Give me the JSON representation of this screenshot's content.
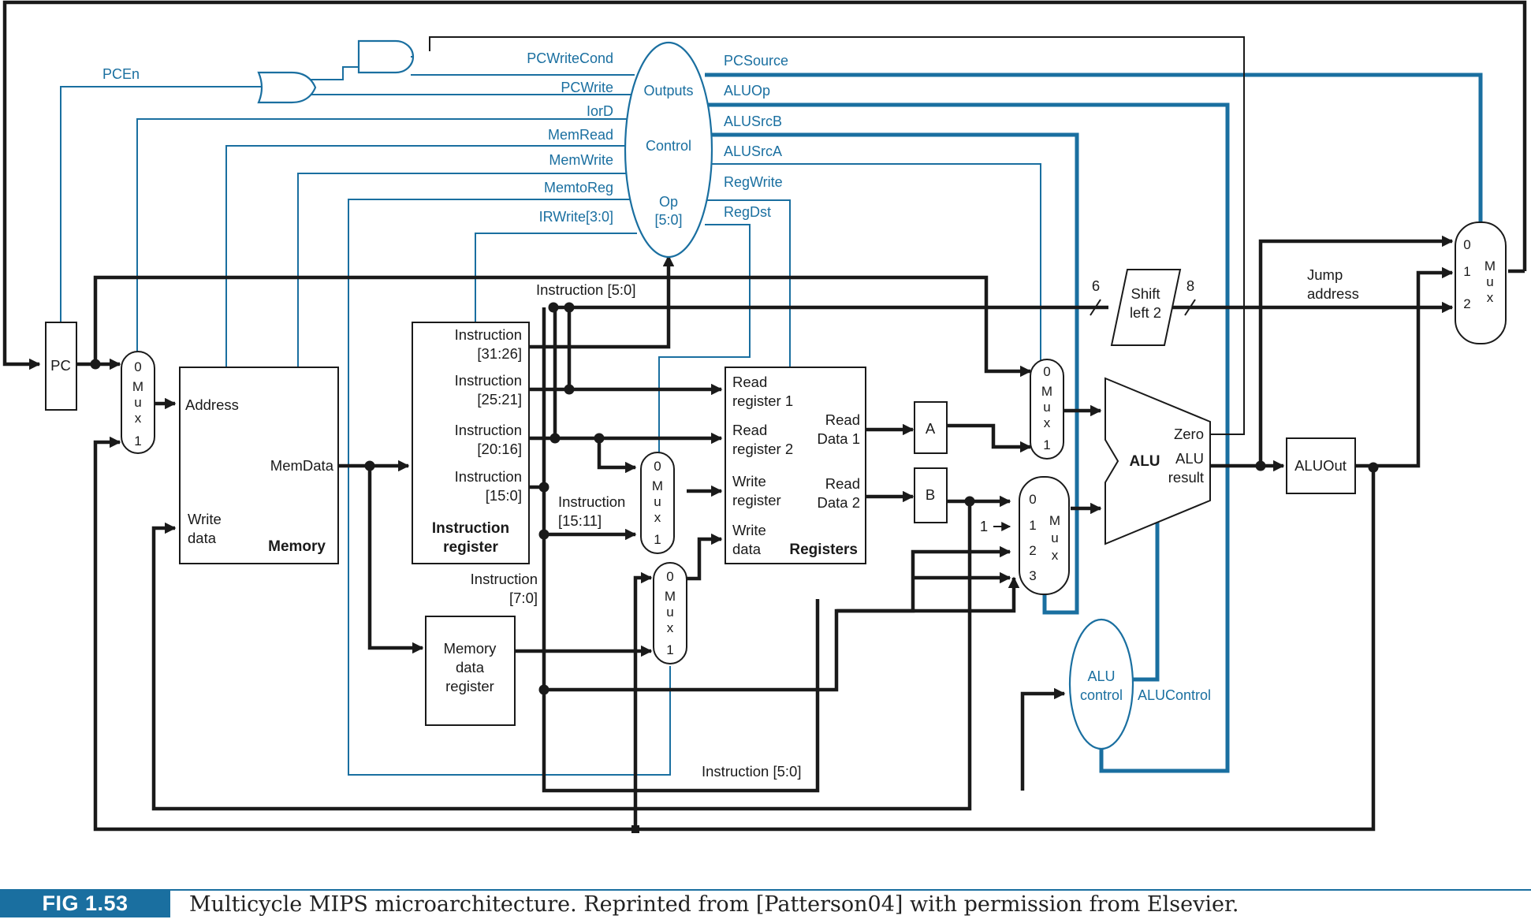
{
  "caption": {
    "tag": "FIG 1.53",
    "text": "Multicycle MIPS microarchitecture. Reprinted from [Patterson04] with permission from Elsevier."
  },
  "colors": {
    "wire": "#1a1a1a",
    "control": "#1a6fa0",
    "caption_bar": "#1a6fa0"
  },
  "control_unit": {
    "top": "Outputs",
    "middle": "Control",
    "op": "Op",
    "op_bits": "[5:0]"
  },
  "control_signals": {
    "PCWriteCond": "PCWriteCond",
    "PCWrite": "PCWrite",
    "IorD": "IorD",
    "MemRead": "MemRead",
    "MemWrite": "MemWrite",
    "MemtoReg": "MemtoReg",
    "IRWrite": "IRWrite[3:0]",
    "PCSource": "PCSource",
    "ALUOp": "ALUOp",
    "ALUSrcB": "ALUSrcB",
    "ALUSrcA": "ALUSrcA",
    "RegWrite": "RegWrite",
    "RegDst": "RegDst",
    "PCEn": "PCEn",
    "ALUControl": "ALUControl"
  },
  "pc": {
    "label": "PC"
  },
  "memory": {
    "address": "Address",
    "memdata": "MemData",
    "write": "Write",
    "data": "data",
    "title": "Memory"
  },
  "instr_reg": {
    "f1a": "Instruction",
    "f1b": "[31:26]",
    "f2a": "Instruction",
    "f2b": "[25:21]",
    "f3a": "Instruction",
    "f3b": "[20:16]",
    "f4a": "Instruction",
    "f4b": "[15:0]",
    "title1": "Instruction",
    "title2": "register"
  },
  "mdr": {
    "l1": "Memory",
    "l2": "data",
    "l3": "register"
  },
  "registers": {
    "rr1a": "Read",
    "rr1b": "register 1",
    "rr2a": "Read",
    "rr2b": "register 2",
    "wra": "Write",
    "wrb": "register",
    "wda": "Write",
    "wdb": "data",
    "rd1a": "Read",
    "rd1b": "Data 1",
    "rd2a": "Read",
    "rd2b": "Data 2",
    "title": "Registers"
  },
  "reg_a": "A",
  "reg_b": "B",
  "alu": {
    "name": "ALU",
    "zero": "Zero",
    "result1": "ALU",
    "result2": "result"
  },
  "aluout": "ALUOut",
  "alu_control": {
    "l1": "ALU",
    "l2": "control"
  },
  "shift": {
    "l1": "Shift",
    "l2": "left 2",
    "in_bits": "6",
    "out_bits": "8"
  },
  "jump": {
    "l1": "Jump",
    "l2": "address"
  },
  "instr_fields": {
    "i50_top": "Instruction [5:0]",
    "i1511a": "Instruction",
    "i1511b": "[15:11]",
    "i70a": "Instruction",
    "i70b": "[7:0]",
    "i50_bottom": "Instruction [5:0]"
  },
  "mux": {
    "m": "M",
    "u": "u",
    "x": "x",
    "in0": "0",
    "in1": "1",
    "in2": "2",
    "in3": "3"
  },
  "alusrcb_const": "1"
}
